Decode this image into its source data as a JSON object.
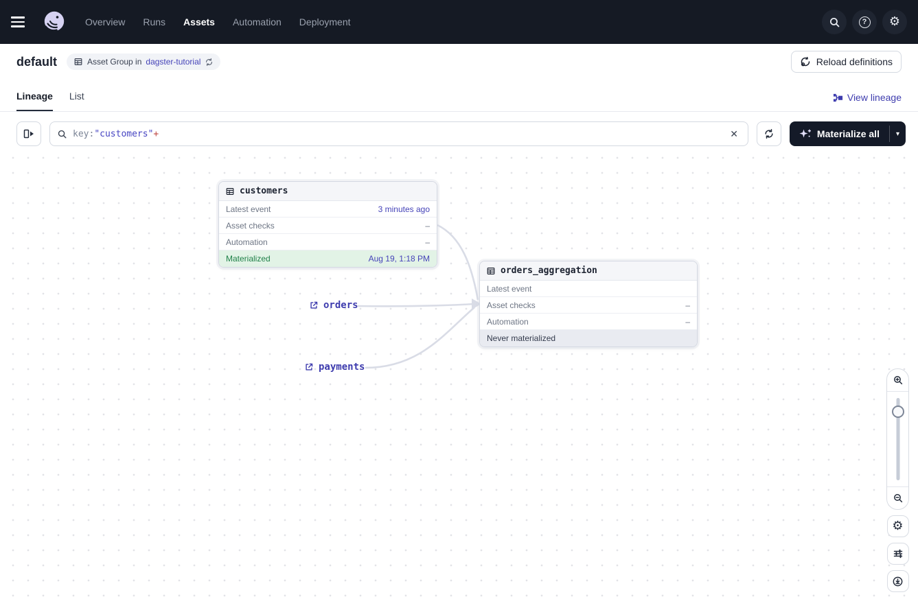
{
  "nav": {
    "items": [
      "Overview",
      "Runs",
      "Assets",
      "Automation",
      "Deployment"
    ],
    "active": "Assets"
  },
  "header": {
    "title": "default",
    "badge_label": "Asset Group in",
    "badge_link": "dagster-tutorial",
    "reload_label": "Reload definitions"
  },
  "tabs": {
    "lineage": "Lineage",
    "list": "List",
    "view_lineage": "View lineage"
  },
  "toolbar": {
    "search": {
      "key": "key:",
      "quoted": "\"customers\"",
      "plus": "+"
    },
    "materialize_label": "Materialize all"
  },
  "graph": {
    "nodes": [
      {
        "title": "customers",
        "rows": [
          {
            "label": "Latest event",
            "value": "3 minutes ago"
          },
          {
            "label": "Asset checks",
            "value": "–"
          },
          {
            "label": "Automation",
            "value": "–"
          }
        ],
        "status": {
          "label": "Materialized",
          "value": "Aug 19, 1:18 PM"
        }
      },
      {
        "title": "orders_aggregation",
        "rows": [
          {
            "label": "Latest event",
            "value": ""
          },
          {
            "label": "Asset checks",
            "value": "–"
          },
          {
            "label": "Automation",
            "value": "–"
          }
        ],
        "status": {
          "label": "Never materialized",
          "value": ""
        }
      }
    ],
    "external_assets": [
      {
        "label": "orders"
      },
      {
        "label": "payments"
      }
    ]
  },
  "icons": {
    "nav": [
      "hamburger-icon",
      "dagster-logo",
      "search-icon",
      "help-icon",
      "settings-icon"
    ],
    "graph_controls": [
      "zoom-in-icon",
      "zoom-slider",
      "zoom-out-icon",
      "settings-icon",
      "filters-icon",
      "recenter-icon"
    ]
  },
  "colors": {
    "nav_bg": "#151a24",
    "accent_link": "#4543b8",
    "materialized_green": "#1f8048",
    "materialized_bg": "#e2f3e6",
    "never_materialized_bg": "#e9ebf1",
    "search_plus_red": "#bf4540",
    "edge": "#d9dce6",
    "dark_button_bg": "#141a28"
  }
}
